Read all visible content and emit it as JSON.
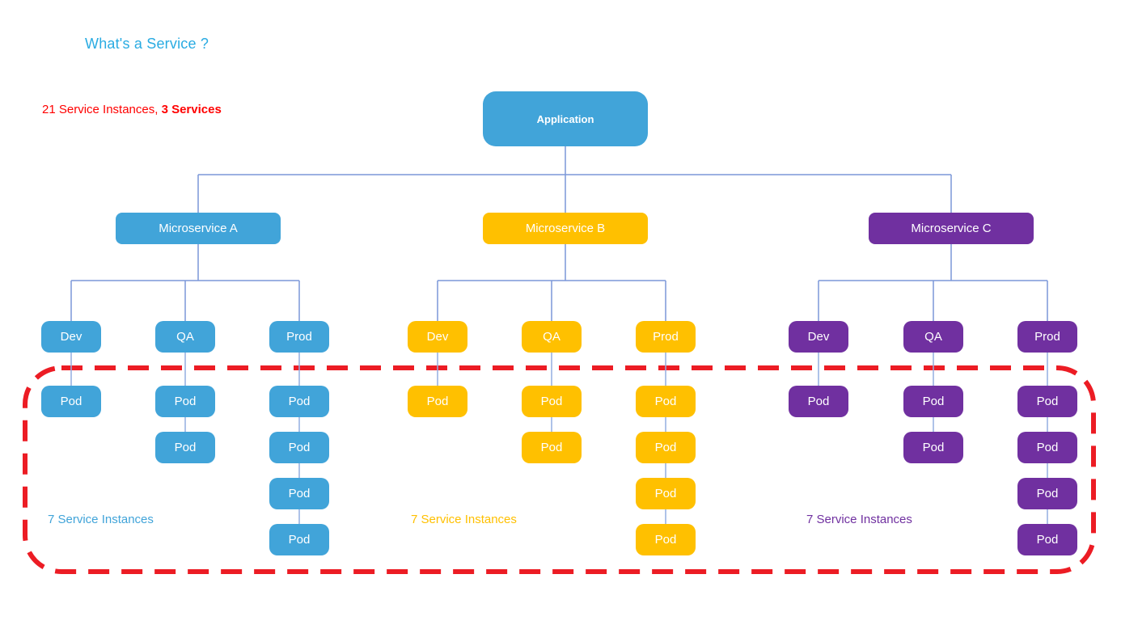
{
  "title": "What's a Service ?",
  "summary": {
    "normal": "21 Service Instances, ",
    "bold": "3 Services"
  },
  "colors": {
    "title": "#29ABE2",
    "summary": "#FF0000",
    "connector": "#7B97D9",
    "pod_connector": "#93ADE0",
    "highlight_border": "#EC1C24",
    "node_text": "#FFFFFF"
  },
  "diagram": {
    "root": {
      "label": "Application",
      "color": "#41A4D9"
    },
    "pod_label": "Pod",
    "groups": [
      {
        "label": "Microservice A",
        "color": "#41A4D9",
        "annotation": "7 Service Instances",
        "environments": [
          {
            "label": "Dev",
            "pods": 1
          },
          {
            "label": "QA",
            "pods": 2
          },
          {
            "label": "Prod",
            "pods": 4
          }
        ]
      },
      {
        "label": "Microservice B",
        "color": "#FFC000",
        "annotation": "7 Service Instances",
        "environments": [
          {
            "label": "Dev",
            "pods": 1
          },
          {
            "label": "QA",
            "pods": 2
          },
          {
            "label": "Prod",
            "pods": 4
          }
        ]
      },
      {
        "label": "Microservice C",
        "color": "#7030A0",
        "annotation": "7 Service Instances",
        "environments": [
          {
            "label": "Dev",
            "pods": 1
          },
          {
            "label": "QA",
            "pods": 2
          },
          {
            "label": "Prod",
            "pods": 4
          }
        ]
      }
    ]
  }
}
